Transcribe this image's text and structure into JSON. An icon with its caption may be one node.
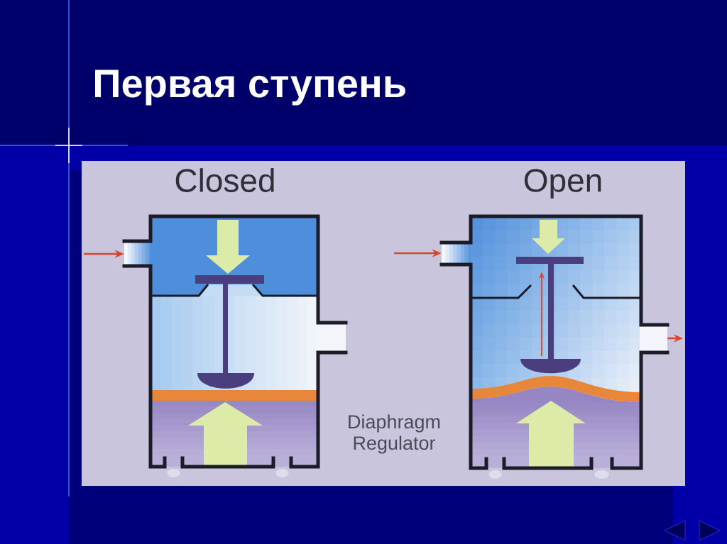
{
  "diagram": {
    "title": "Первая ступень",
    "nodes": [
      {
        "text": [
          "Closed"
        ]
      },
      {
        "text": [
          "Open"
        ]
      }
    ],
    "edges": [
      {
        "from": null,
        "to": 0,
        "arrow": "to"
      },
      {
        "from": null,
        "to": 1,
        "arrow": "to"
      },
      {
        "from": 1,
        "to": null,
        "arrow": "to"
      }
    ],
    "labels": [
      "Diaphragm Regulator"
    ]
  }
}
